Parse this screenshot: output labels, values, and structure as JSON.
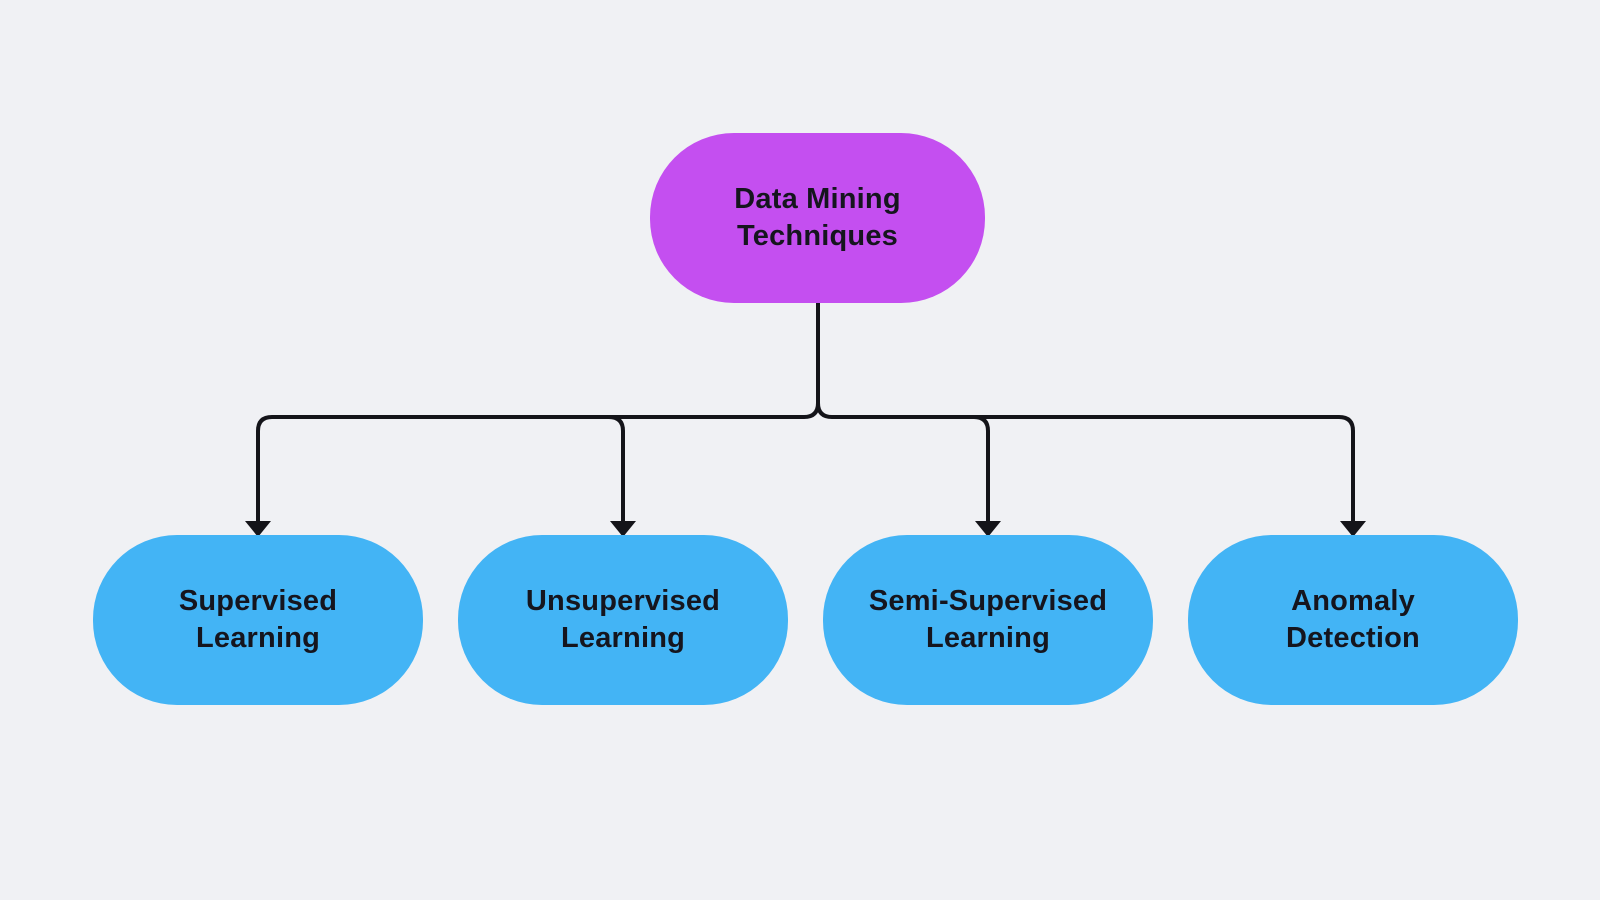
{
  "colors": {
    "background": "#f0f1f4",
    "root-fill": "#c44ff0",
    "child-fill": "#43b4f5",
    "line": "#141419",
    "text": "#15151e"
  },
  "diagram": {
    "type": "tree-flowchart",
    "title_node": {
      "label": "Data Mining Techniques",
      "lines": [
        "Data Mining",
        "Techniques"
      ]
    },
    "child_nodes": [
      {
        "label": "Supervised Learning",
        "lines": [
          "Supervised",
          "Learning"
        ]
      },
      {
        "label": "Unsupervised Learning",
        "lines": [
          "Unsupervised",
          "Learning"
        ]
      },
      {
        "label": "Semi-Supervised Learning",
        "lines": [
          "Semi-Supervised",
          "Learning"
        ]
      },
      {
        "label": "Anomaly Detection",
        "lines": [
          "Anomaly",
          "Detection"
        ]
      }
    ]
  }
}
